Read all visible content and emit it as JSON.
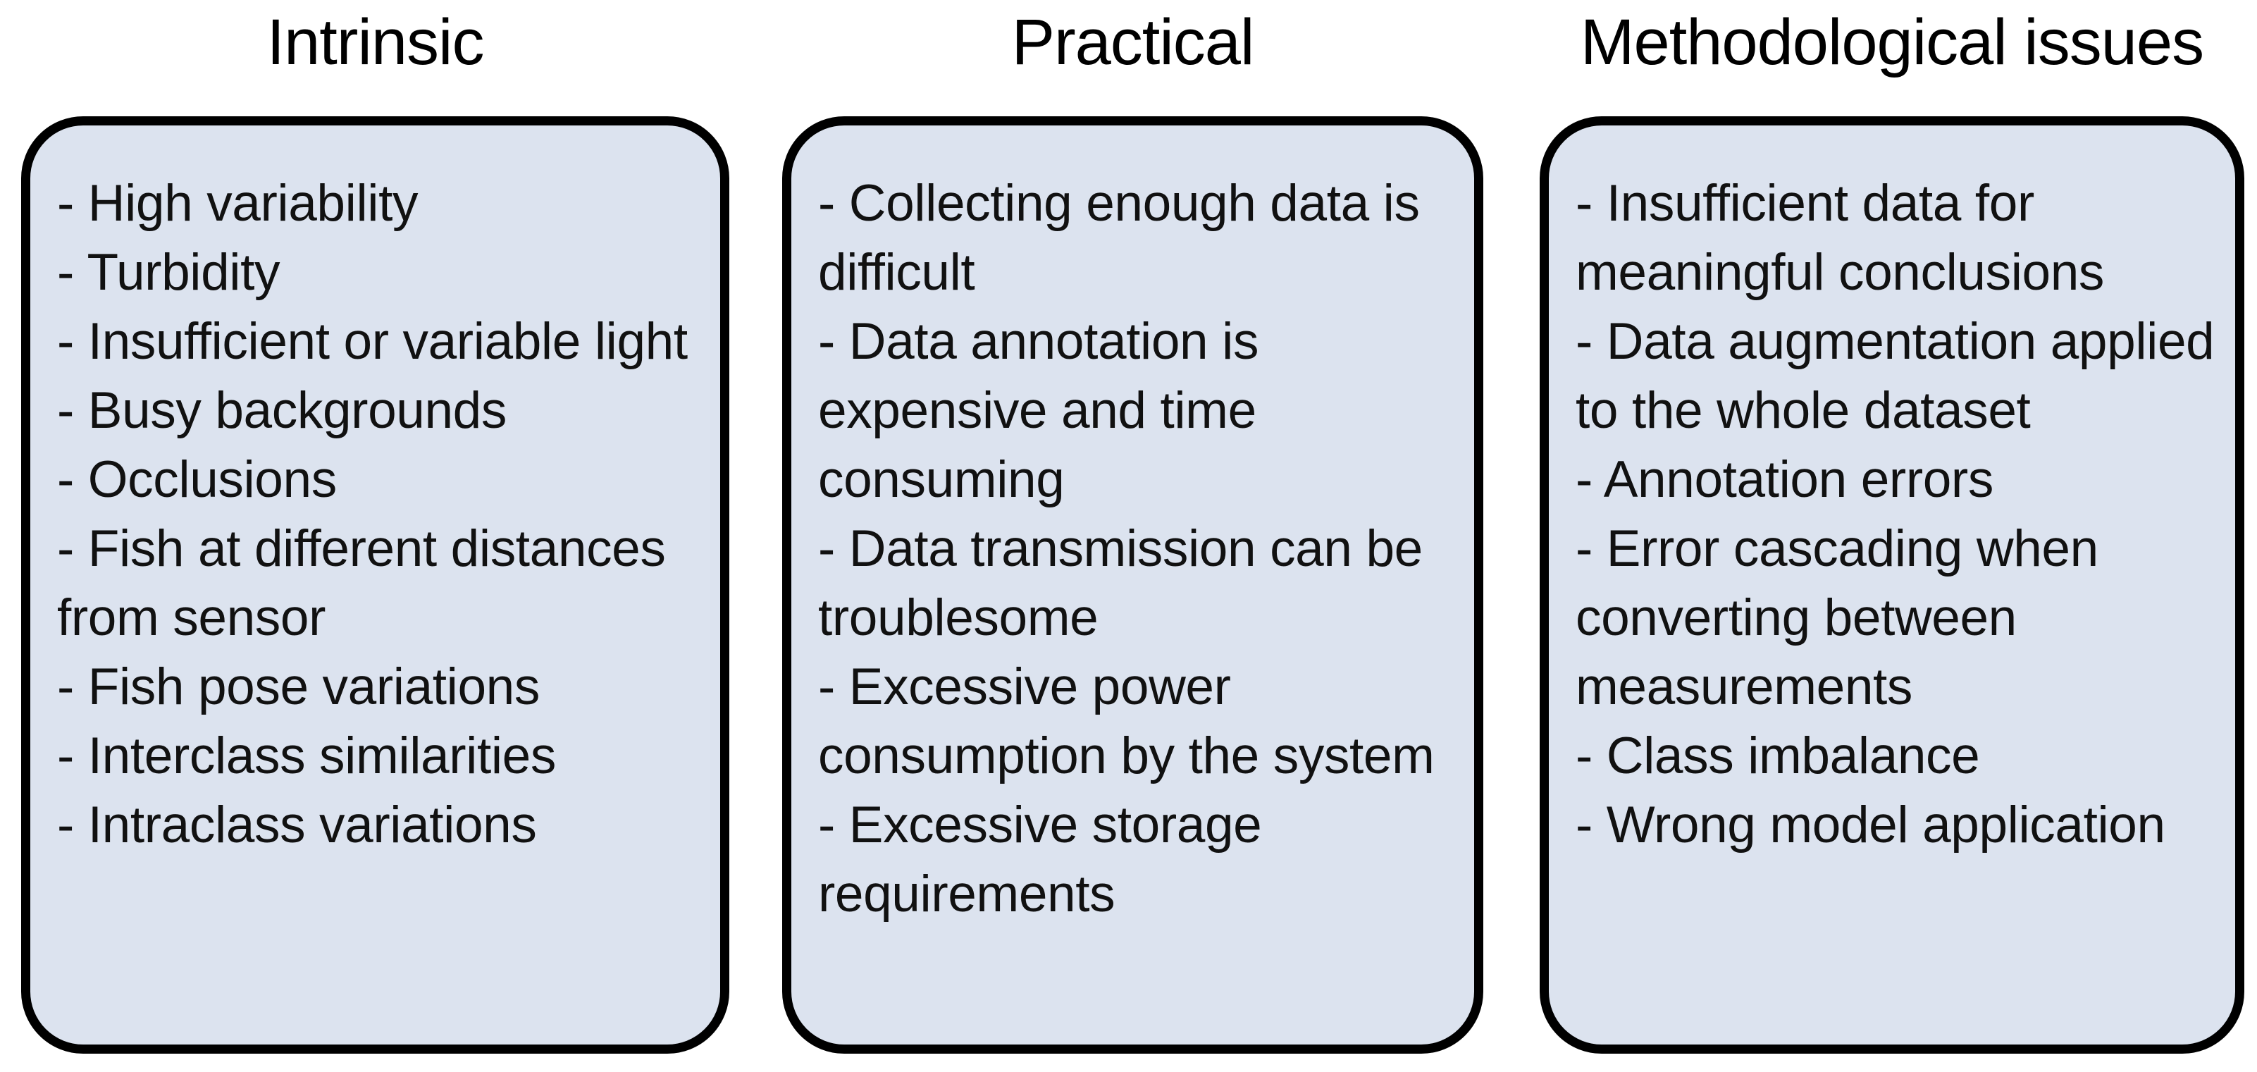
{
  "figure": {
    "background_color": "#ffffff",
    "box_fill_color": "#dce3ef",
    "box_border_color": "#000000",
    "text_color": "#111111"
  },
  "columns": [
    {
      "title": "Intrinsic",
      "items": [
        "- High variability",
        "- Turbidity",
        "- Insufficient or variable light",
        "- Busy backgrounds",
        "- Occlusions",
        "- Fish at different distances from sensor",
        "- Fish pose variations",
        "- Interclass similarities",
        "- Intraclass variations"
      ]
    },
    {
      "title": "Practical",
      "items": [
        "- Collecting enough data is difficult",
        "- Data annotation is expensive and time consuming",
        "- Data transmission can be troublesome",
        "- Excessive power consumption by the system",
        "- Excessive storage requirements"
      ]
    },
    {
      "title": "Methodological issues",
      "items": [
        "- Insufficient data for meaningful conclusions",
        "- Data augmentation applied to the whole dataset",
        "- Annotation errors",
        "- Error cascading when converting between measurements",
        "- Class imbalance",
        "- Wrong model application"
      ]
    }
  ]
}
